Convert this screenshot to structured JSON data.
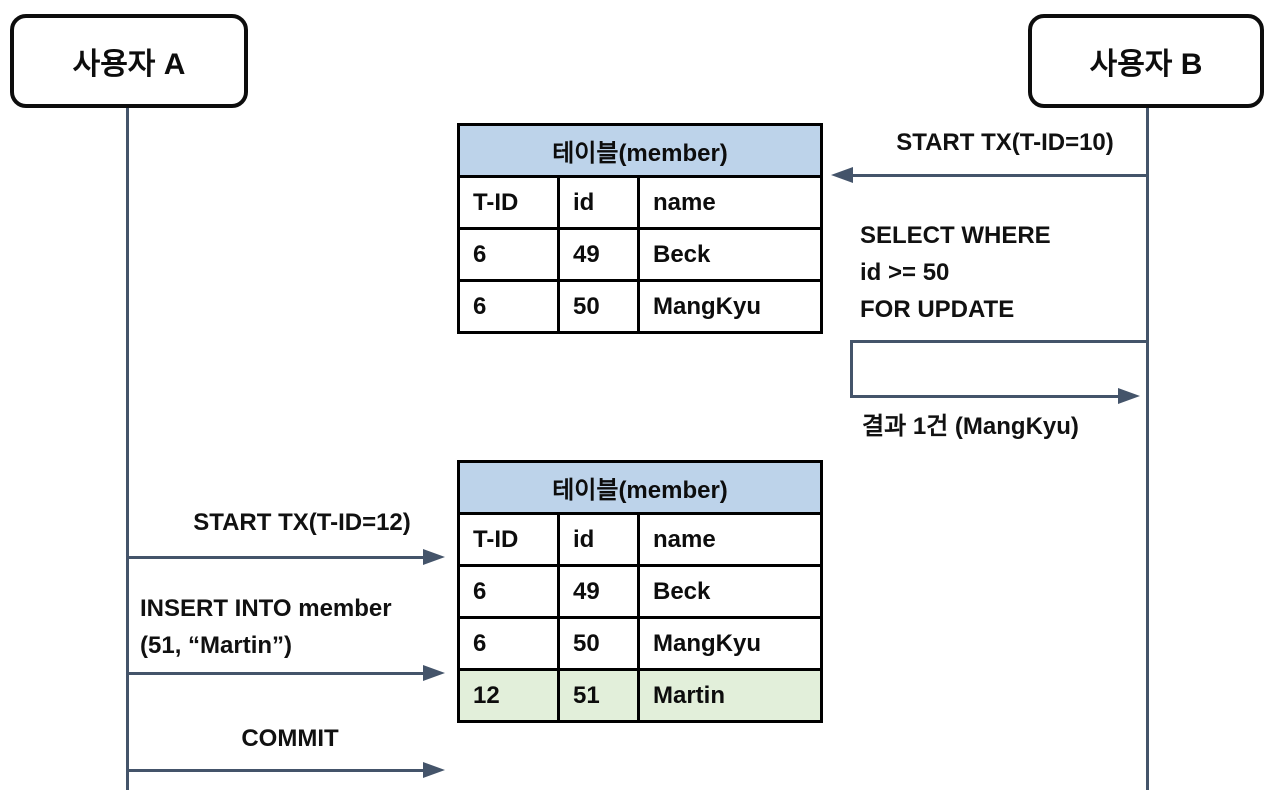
{
  "actors": {
    "a": "사용자 A",
    "b": "사용자 B"
  },
  "tables": [
    {
      "title": "테이블(member)",
      "headers": [
        "T-ID",
        "id",
        "name"
      ],
      "rows": [
        [
          "6",
          "49",
          "Beck"
        ],
        [
          "6",
          "50",
          "MangKyu"
        ]
      ]
    },
    {
      "title": "테이블(member)",
      "headers": [
        "T-ID",
        "id",
        "name"
      ],
      "rows": [
        [
          "6",
          "49",
          "Beck"
        ],
        [
          "6",
          "50",
          "MangKyu"
        ],
        [
          "12",
          "51",
          "Martin"
        ]
      ],
      "highlighted_row_index": 2
    }
  ],
  "messages": {
    "b_start_tx": "START TX(T-ID=10)",
    "b_select": [
      "SELECT WHERE",
      "id >= 50",
      "FOR UPDATE"
    ],
    "b_result": "결과 1건 (MangKyu)",
    "a_start_tx": "START TX(T-ID=12)",
    "a_insert": [
      "INSERT INTO member",
      "(51, “Martin”)"
    ],
    "a_commit": "COMMIT"
  },
  "colors": {
    "arrow": "#44546a",
    "table_border": "#000000",
    "table_header_bg": "#bdd3ea",
    "highlight_row_bg": "#e2efda"
  }
}
